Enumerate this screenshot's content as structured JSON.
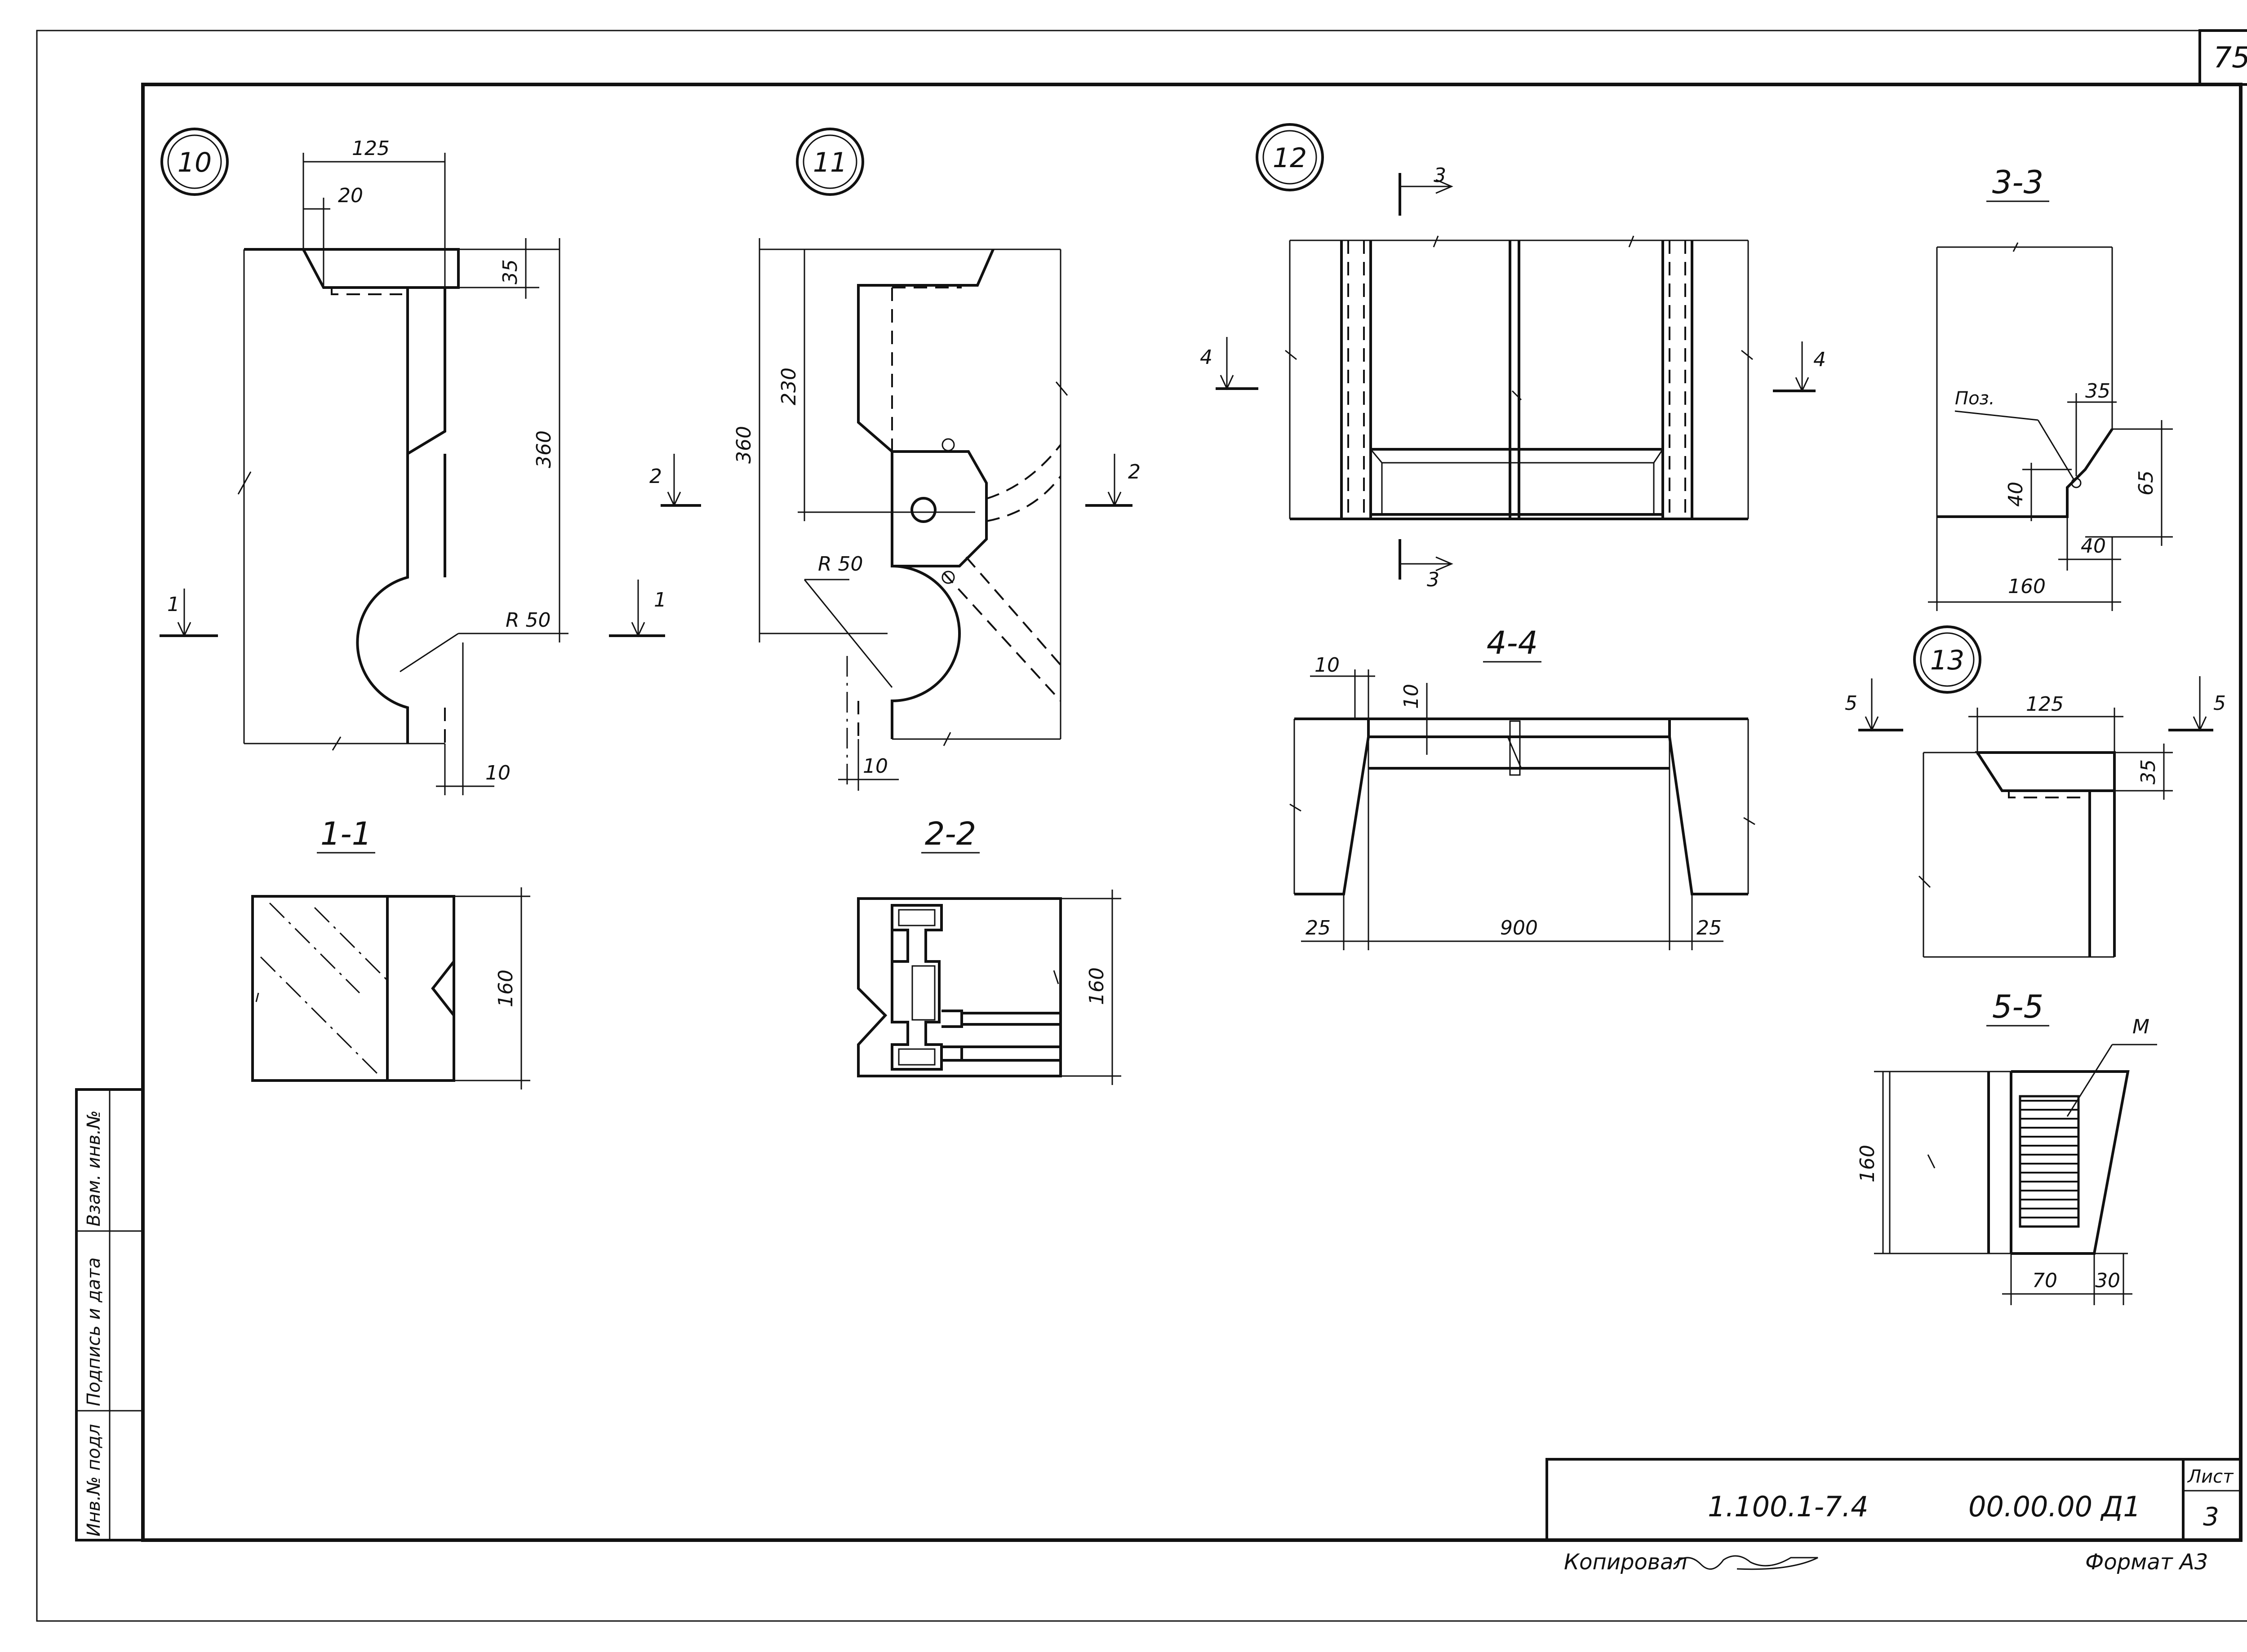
{
  "sheet": {
    "page_number": "75",
    "designation": "1.100.1-7.4",
    "document_code": "00.00.00 Д1",
    "sheet_label": "Лист",
    "sheet_number": "3",
    "copied_label": "Копировал",
    "format_label": "Формат А3"
  },
  "side_stamp": {
    "inv_podl": "Инв.№ подл",
    "signature_date": "Подпись и дата",
    "vzam_inv": "Взам. инв.№"
  },
  "details": {
    "d10": {
      "number": "10",
      "dims": [
        "125",
        "20",
        "35",
        "360",
        "R 50",
        "10"
      ],
      "cut": "1"
    },
    "d11": {
      "number": "11",
      "dims": [
        "360",
        "230",
        "R 50",
        "10"
      ],
      "cut": "2"
    },
    "d12": {
      "number": "12",
      "cut_v": "3",
      "cut_h": "4"
    },
    "d13": {
      "number": "13",
      "dims": [
        "125",
        "35"
      ],
      "cut": "5"
    }
  },
  "sections": {
    "s11": {
      "title": "1-1",
      "dims": [
        "160"
      ]
    },
    "s22": {
      "title": "2-2",
      "dims": [
        "160"
      ]
    },
    "s33": {
      "title": "3-3",
      "dims": [
        "35",
        "65",
        "40",
        "40",
        "160"
      ],
      "label": "Поз."
    },
    "s44": {
      "title": "4-4",
      "dims": [
        "10",
        "10",
        "25",
        "900",
        "25"
      ]
    },
    "s55": {
      "title": "5-5",
      "dims": [
        "160",
        "70",
        "30"
      ],
      "label": "М"
    }
  }
}
